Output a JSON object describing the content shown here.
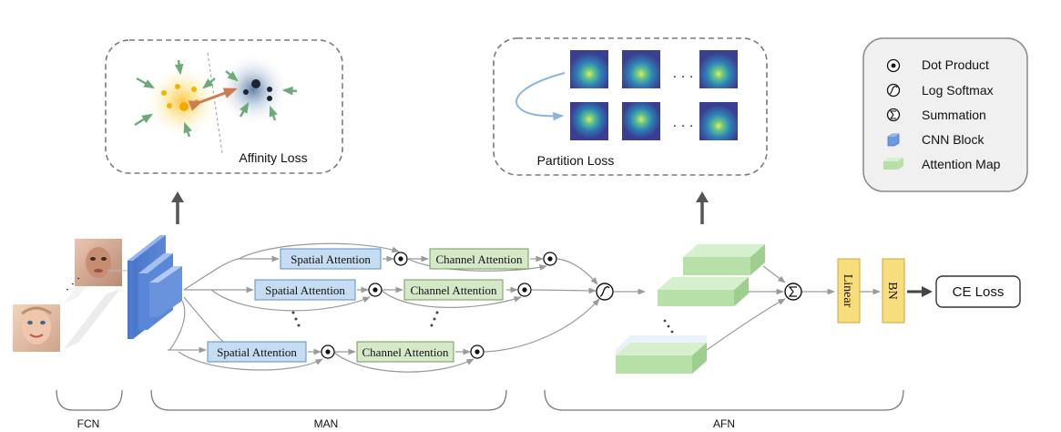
{
  "sections": {
    "fcn_label": "FCN",
    "man_label": "MAN",
    "afn_label": "AFN"
  },
  "affinity_panel": {
    "title": "Affinity Loss"
  },
  "partition_panel": {
    "title": "Partition Loss",
    "ellipsis": "· · ·"
  },
  "legend": {
    "items": [
      {
        "icon": "dot-product-icon",
        "label": "Dot Product"
      },
      {
        "icon": "log-softmax-icon",
        "label": "Log Softmax"
      },
      {
        "icon": "summation-icon",
        "label": "Summation"
      },
      {
        "icon": "cnn-block-icon",
        "label": "CNN Block"
      },
      {
        "icon": "attention-map-icon",
        "label": "Attention Map"
      }
    ]
  },
  "man_rows": [
    {
      "spatial": "Spatial Attention",
      "channel": "Channel Attention"
    },
    {
      "spatial": "Spatial Attention",
      "channel": "Channel Attention"
    },
    {
      "spatial": "Spatial Attention",
      "channel": "Channel Attention"
    }
  ],
  "afn": {
    "linear_label": "Linear",
    "bn_label": "BN",
    "loss_label": "CE Loss"
  },
  "colors": {
    "spatial_fill": "#c5dcf2",
    "spatial_stroke": "#5b8fc7",
    "channel_fill": "#d5e8c8",
    "channel_stroke": "#6f9e57",
    "cnn_blue": "#4f7fd1",
    "attention_green": "#b7e0a8",
    "linear_fill": "#f8dd7c",
    "linear_stroke": "#c9a93a",
    "arrow_gray": "#999999",
    "dark_gray": "#555555"
  }
}
